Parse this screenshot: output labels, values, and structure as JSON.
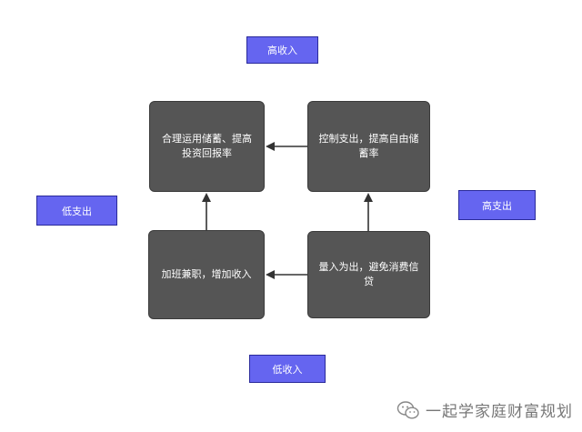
{
  "axis_labels": {
    "top": "高收入",
    "bottom": "低收入",
    "left": "低支出",
    "right": "高支出"
  },
  "quadrants": {
    "top_left": "合理运用储蓄、提高投资回报率",
    "top_right": "控制支出，提高自由储蓄率",
    "bottom_left": "加班兼职，增加收入",
    "bottom_right": "量入为出，避免消费信贷"
  },
  "watermark": {
    "text": "一起学家庭财富规划",
    "icon": "wechat-icon"
  },
  "colors": {
    "axis_label_fill": "#6565f0",
    "quadrant_fill": "#555555",
    "arrow": "#333333"
  }
}
